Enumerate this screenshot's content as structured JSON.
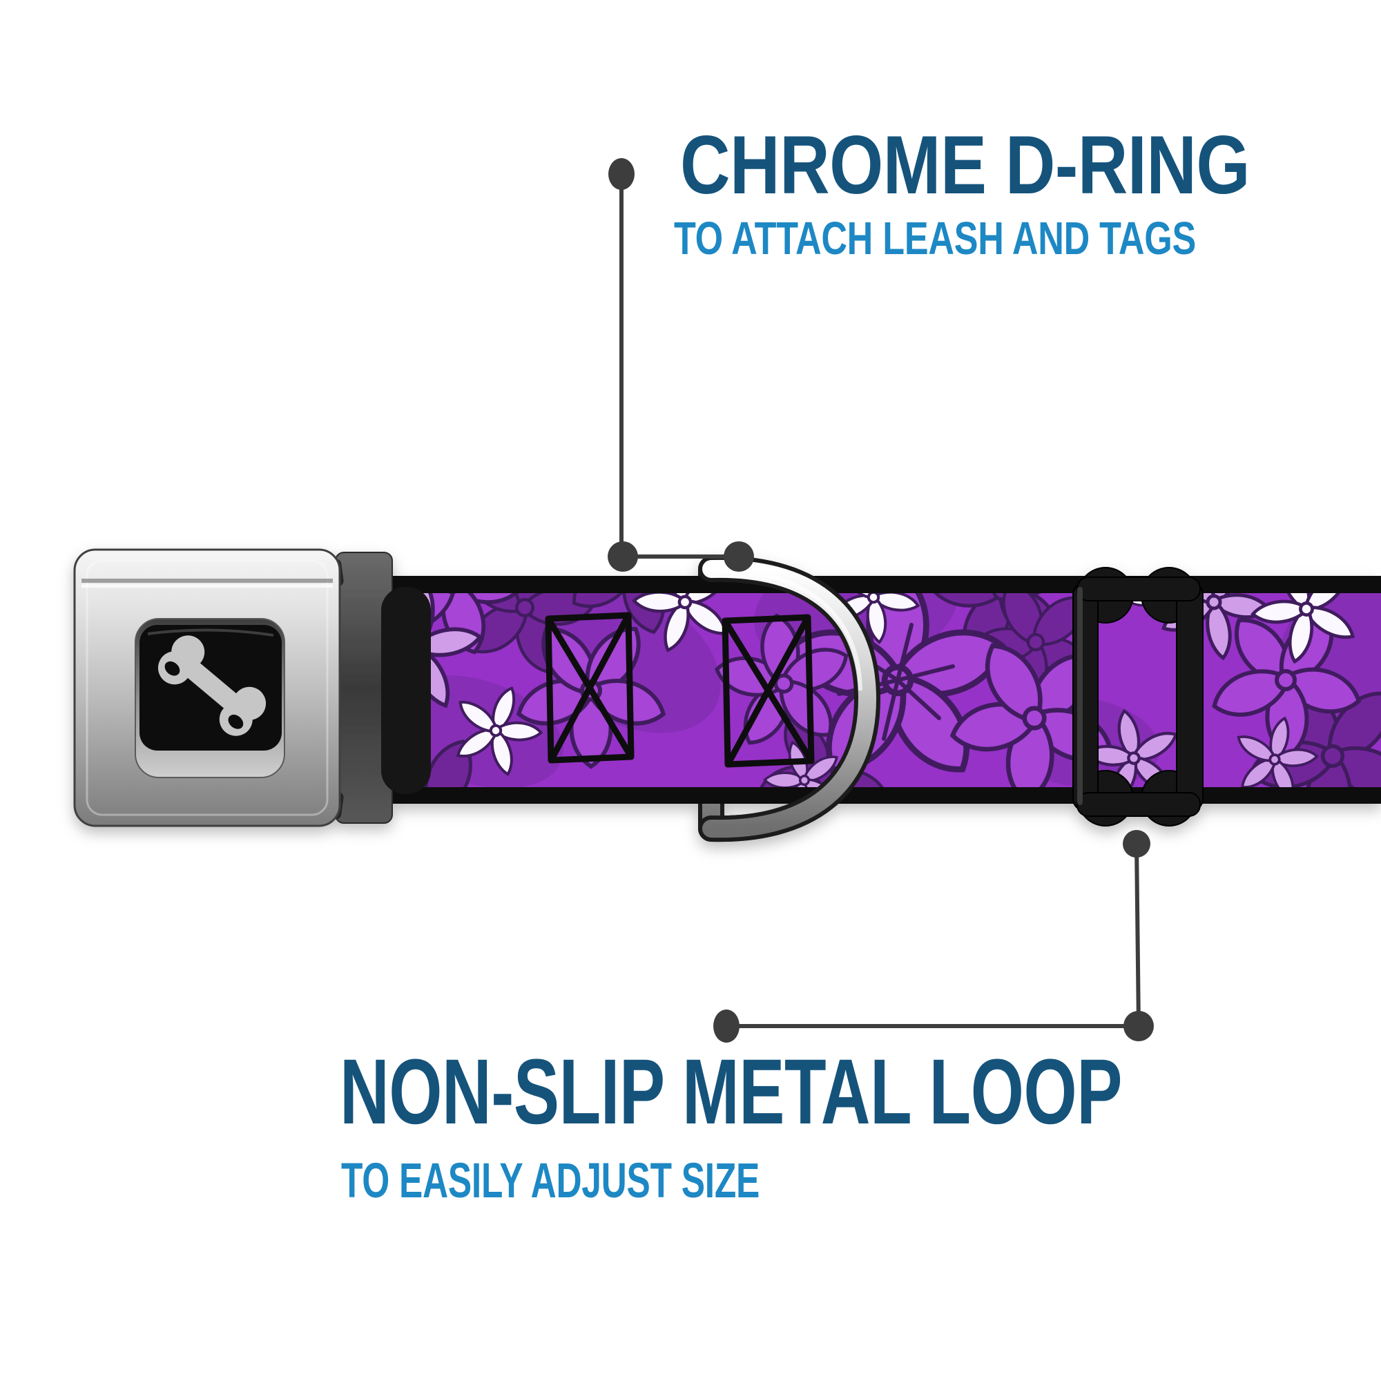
{
  "annotations": {
    "top": {
      "title": "CHROME D-RING",
      "subtitle": "TO ATTACH LEASH AND TAGS"
    },
    "bottom": {
      "title": "NON-SLIP METAL LOOP",
      "subtitle": "TO EASILY ADJUST SIZE"
    }
  },
  "icons": {
    "buckle_logo": "dog-bone"
  },
  "colors": {
    "background": "#ffffff",
    "title": "#15537b",
    "subtitle": "#1d88c4",
    "callout": "#3d3d3d",
    "webbing_base": "#9632c8",
    "webbing_bright": "#a644d6",
    "webbing_dark": "#6f2599",
    "webbing_shade": "#7c2aab",
    "webbing_outline": "#411a5e",
    "webbing_lavender": "#d09ee9",
    "webbing_white": "#fcf8ff",
    "webbing_edge": "#0a0a0a",
    "slider_black": "#121212",
    "buckle_center": "#0b0b0b",
    "bone_gray": "#c6c6c6"
  }
}
